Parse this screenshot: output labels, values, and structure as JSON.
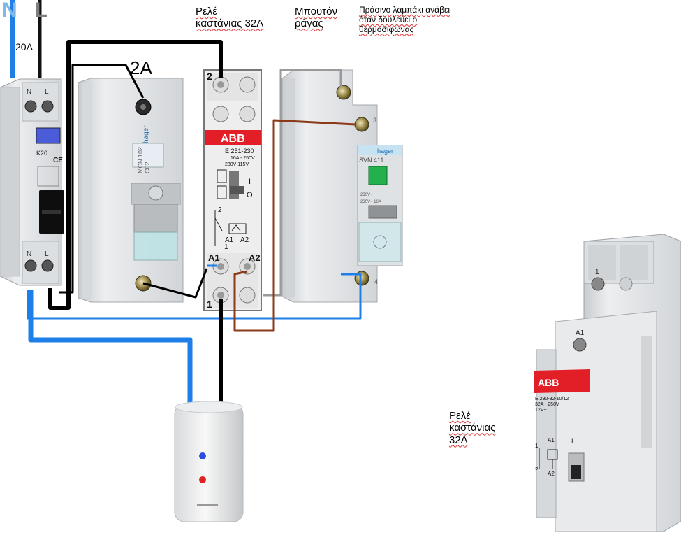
{
  "terminals": {
    "neutral": "N",
    "line": "L",
    "main_fuse": "20A"
  },
  "labels": {
    "relay_top": "Ρελέ\nκαστάνιας 32A",
    "button_top": "Μπουτόν\nράγας",
    "lamp_note": "Πράσινο λαμπάκι ανάβει\nόταν δουλεύει ο\nθερμοσίφωνας",
    "breaker_2a": "2A",
    "relay_right": "Ρελέ\nκαστάνιας\n32A"
  },
  "rcbo": {
    "top_n": "N",
    "top_l": "L",
    "bottom_n": "N",
    "bottom_l": "L",
    "model": "K20",
    "ce": "CE"
  },
  "mcb": {
    "brand": "hager",
    "model": "MCN 102",
    "sub": "C02"
  },
  "relay_abb": {
    "brand": "ABB",
    "model": "E 251-230",
    "rating": "16A - 250V",
    "coil": "230V-115V",
    "term_2": "2",
    "term_1": "1",
    "term_a1": "A1",
    "term_a2": "A2",
    "sym_2": "2",
    "sym_1": "1",
    "sym_a1": "A1",
    "sym_a2": "A2",
    "sym_on": "I",
    "sym_off": "O"
  },
  "button": {
    "brand": "hager",
    "model": "SVN 411",
    "t3": "3",
    "t4": "4",
    "volt1": "230V~",
    "volt2": "230V~ 16A"
  },
  "relay_right_device": {
    "brand": "ABB",
    "model": "E 290-32-10/12",
    "rating": "32A - 250V~",
    "coil": "12V~",
    "t1": "1",
    "ta1": "A1",
    "sa1": "A1",
    "sa2": "A2",
    "s1": "1",
    "s2": "2",
    "son": "I"
  },
  "colors": {
    "neutral_wire": "#1e7fe8",
    "black_wire": "#000000",
    "grey_wire": "#9a9a9a",
    "brown_wire": "#8b3a1a",
    "abb_red": "#e21e26",
    "device_body": "#e2e4e6",
    "lamp_green": "#23b14d"
  }
}
